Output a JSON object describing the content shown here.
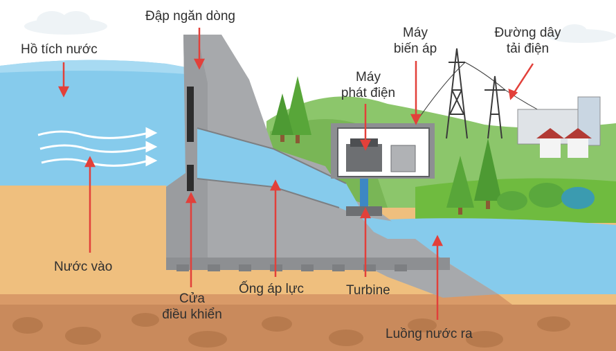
{
  "labels": {
    "reservoir": "Hồ tích nước",
    "dam": "Đập ngăn dòng",
    "generator_line1": "Máy",
    "generator_line2": "phát điện",
    "transformer_line1": "Máy",
    "transformer_line2": "biến áp",
    "powerline_line1": "Đường dây",
    "powerline_line2": "tải điện",
    "water_in": "Nước vào",
    "gate_line1": "Cửa",
    "gate_line2": "điều khiển",
    "penstock": "Ống áp lực",
    "turbine": "Turbine",
    "outflow": "Luồng nước ra"
  },
  "colors": {
    "sky": "#ffffff",
    "water": "#86cbec",
    "water_deep": "#6ec0e8",
    "sand": "#efbf7e",
    "soil": "#c98a5c",
    "dam": "#a7a9ac",
    "dam_dark": "#8d8f92",
    "grass": "#6fbb3f",
    "hill": "#8cc66b",
    "arrow": "#e2403a",
    "flow": "#ffffff"
  },
  "icons": [
    "flow-arrow-icon",
    "pine-tree-icon",
    "transmission-tower-icon",
    "house-icon",
    "generator-icon",
    "transformer-icon",
    "turbine-icon"
  ]
}
